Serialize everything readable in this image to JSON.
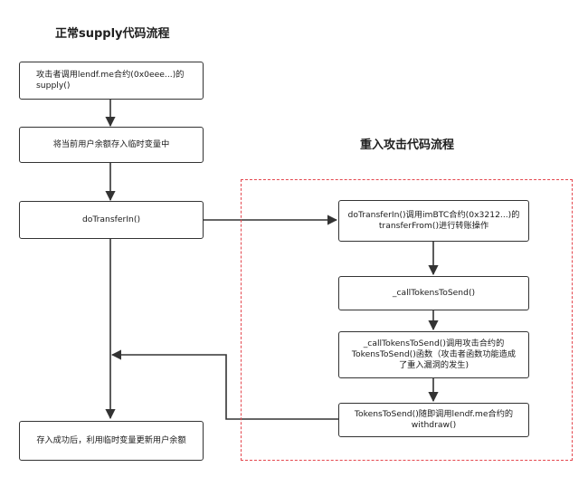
{
  "titles": {
    "normal": "正常supply代码流程",
    "reentry": "重入攻击代码流程"
  },
  "normal_flow": {
    "step1": {
      "line1": "攻击者调用lendf.me合约(0x0eee...)的",
      "line2": "supply()"
    },
    "step2": {
      "line1": "将当前用户余额存入临时变量中"
    },
    "step3": {
      "line1": "doTransferIn()"
    },
    "step4": {
      "line1": "存入成功后，利用临时变量更新用户余额"
    }
  },
  "reentry_flow": {
    "step1": {
      "line1": "doTransferIn()调用imBTC合约(0x3212...)的",
      "line2": "transferFrom()进行转账操作"
    },
    "step2": {
      "line1": "_callTokensToSend()"
    },
    "step3": {
      "line1": "_callTokensToSend()调用攻击合约的",
      "line2": "TokensToSend()函数（攻击者函数功能造成",
      "line3": "了重入漏洞的发生)"
    },
    "step4": {
      "line1": "TokensToSend()随即调用lendf.me合约的",
      "line2": "withdraw()"
    }
  },
  "colors": {
    "line": "#333333",
    "dashed_border": "#e4474e"
  }
}
